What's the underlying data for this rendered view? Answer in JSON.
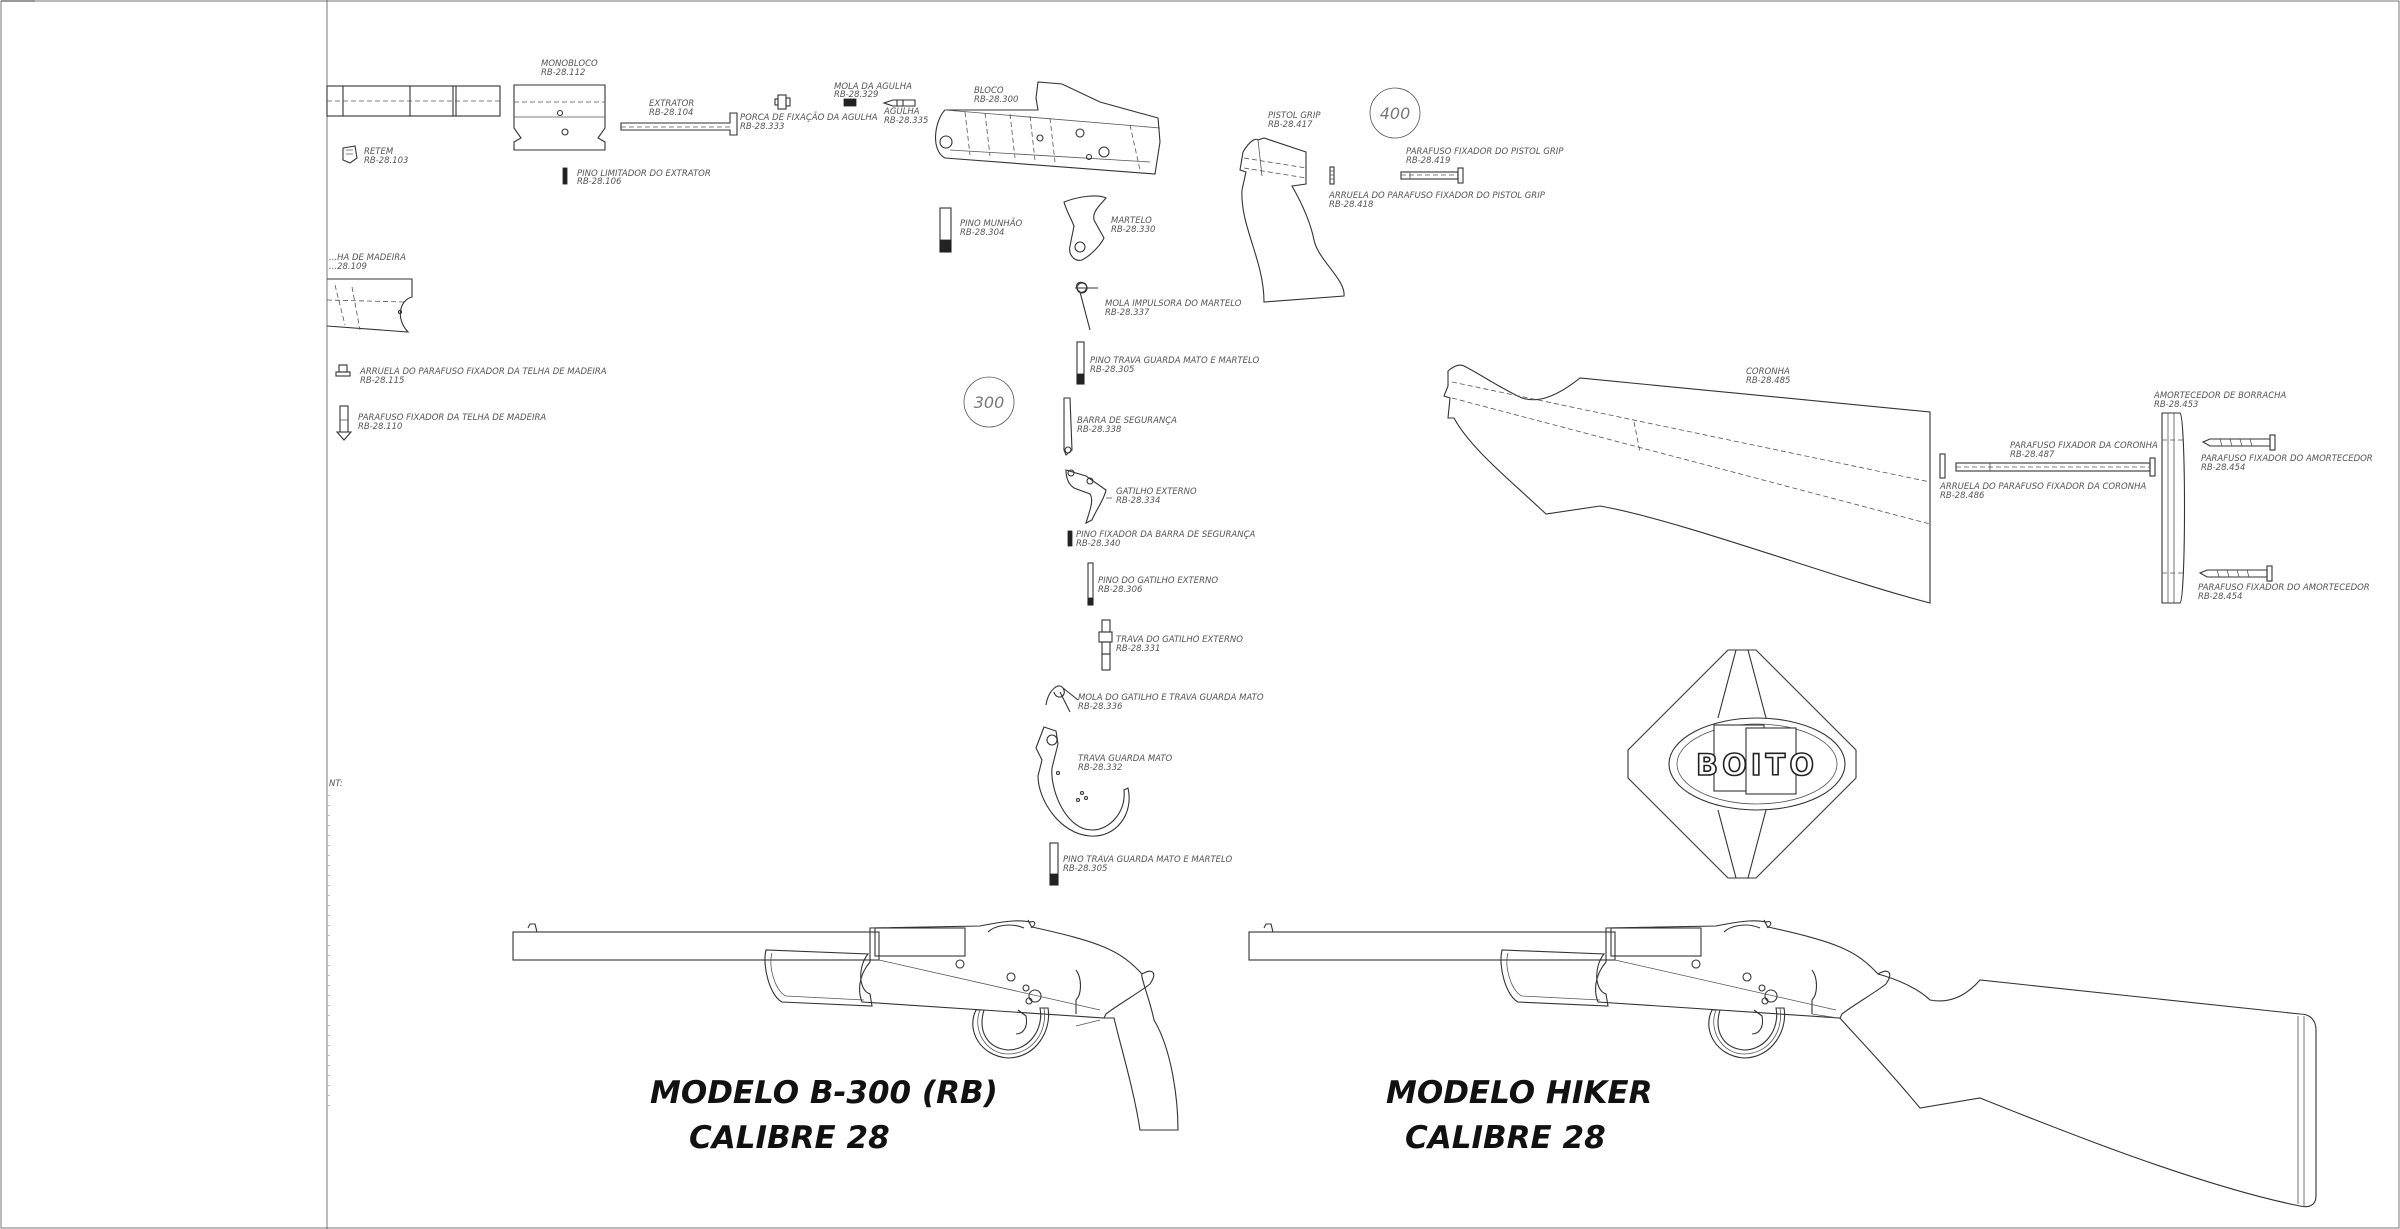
{
  "models": {
    "b300": {
      "title": "MODELO B-300 (RB)",
      "caliber": "CALIBRE 28"
    },
    "hiker": {
      "title": "MODELO HIKER",
      "caliber": "CALIBRE 28"
    }
  },
  "stamps": {
    "s300": "300",
    "s400": "400"
  },
  "logo": {
    "text": "BOITO"
  },
  "parts": {
    "monobloco": {
      "name": "MONOBLOCO",
      "code": "RB-28.112"
    },
    "retem": {
      "name": "RETEM",
      "code": "RB-28.103"
    },
    "pino_limitador": {
      "name": "PINO LIMITADOR DO EXTRATOR",
      "code": "RB-28.106"
    },
    "extrator": {
      "name": "EXTRATOR",
      "code": "RB-28.104"
    },
    "porca": {
      "name": "PORCA DE FIXAÇÃO DA AGULHA",
      "code": "RB-28.333"
    },
    "mola_agulha": {
      "name": "MOLA DA AGULHA",
      "code": "RB-28.329"
    },
    "agulha": {
      "name": "AGULHA",
      "code": "RB-28.335"
    },
    "bloco": {
      "name": "BLOCO",
      "code": "RB-28.300"
    },
    "telha": {
      "name": "...HA DE MADEIRA",
      "code": "...28.109"
    },
    "arruela_telha": {
      "name": "ARRUELA DO PARAFUSO FIXADOR DA TELHA DE MADEIRA",
      "code": "RB-28.115"
    },
    "parafuso_telha": {
      "name": "PARAFUSO FIXADOR DA TELHA DE MADEIRA",
      "code": "RB-28.110"
    },
    "pino_munhao": {
      "name": "PINO MUNHÃO",
      "code": "RB-28.304"
    },
    "martelo": {
      "name": "MARTELO",
      "code": "RB-28.330"
    },
    "mola_impulsora": {
      "name": "MOLA IMPULSORA DO MARTELO",
      "code": "RB-28.337"
    },
    "pino_trava_1": {
      "name": "PINO TRAVA GUARDA MATO E MARTELO",
      "code": "RB-28.305"
    },
    "barra_seg": {
      "name": "BARRA DE SEGURANÇA",
      "code": "RB-28.338"
    },
    "gatilho": {
      "name": "GATILHO EXTERNO",
      "code": "RB-28.334"
    },
    "pino_barra": {
      "name": "PINO FIXADOR DA BARRA DE SEGURANÇA",
      "code": "RB-28.340"
    },
    "pino_gatilho": {
      "name": "PINO DO GATILHO EXTERNO",
      "code": "RB-28.306"
    },
    "trava_gatilho": {
      "name": "TRAVA DO GATILHO EXTERNO",
      "code": "RB-28.331"
    },
    "mola_gatilho": {
      "name": "MOLA DO GATILHO E TRAVA GUARDA MATO",
      "code": "RB-28.336"
    },
    "trava_guarda": {
      "name": "TRAVA GUARDA MATO",
      "code": "RB-28.332"
    },
    "pino_trava_2": {
      "name": "PINO TRAVA GUARDA MATO E MARTELO",
      "code": "RB-28.305"
    },
    "pistol_grip": {
      "name": "PISTOL GRIP",
      "code": "RB-28.417"
    },
    "parafuso_grip": {
      "name": "PARAFUSO FIXADOR DO PISTOL GRIP",
      "code": "RB-28.419"
    },
    "arruela_grip": {
      "name": "ARRUELA DO PARAFUSO FIXADOR DO PISTOL GRIP",
      "code": "RB-28.418"
    },
    "coronha": {
      "name": "CORONHA",
      "code": "RB-28.485"
    },
    "amortecedor": {
      "name": "AMORTECEDOR DE BORRACHA",
      "code": "RB-28.453"
    },
    "parafuso_amort_1": {
      "name": "PARAFUSO FIXADOR DO AMORTECEDOR",
      "code": "RB-28.454"
    },
    "parafuso_coronha": {
      "name": "PARAFUSO FIXADOR DA CORONHA",
      "code": "RB-28.487"
    },
    "arruela_coronha": {
      "name": "ARRUELA DO PARAFUSO FIXADOR DA CORONHA",
      "code": "RB-28.486"
    },
    "parafuso_amort_2": {
      "name": "PARAFUSO FIXADOR DO AMORTECEDOR",
      "code": "RB-28.454"
    }
  },
  "notes": {
    "nt": "NT:"
  }
}
